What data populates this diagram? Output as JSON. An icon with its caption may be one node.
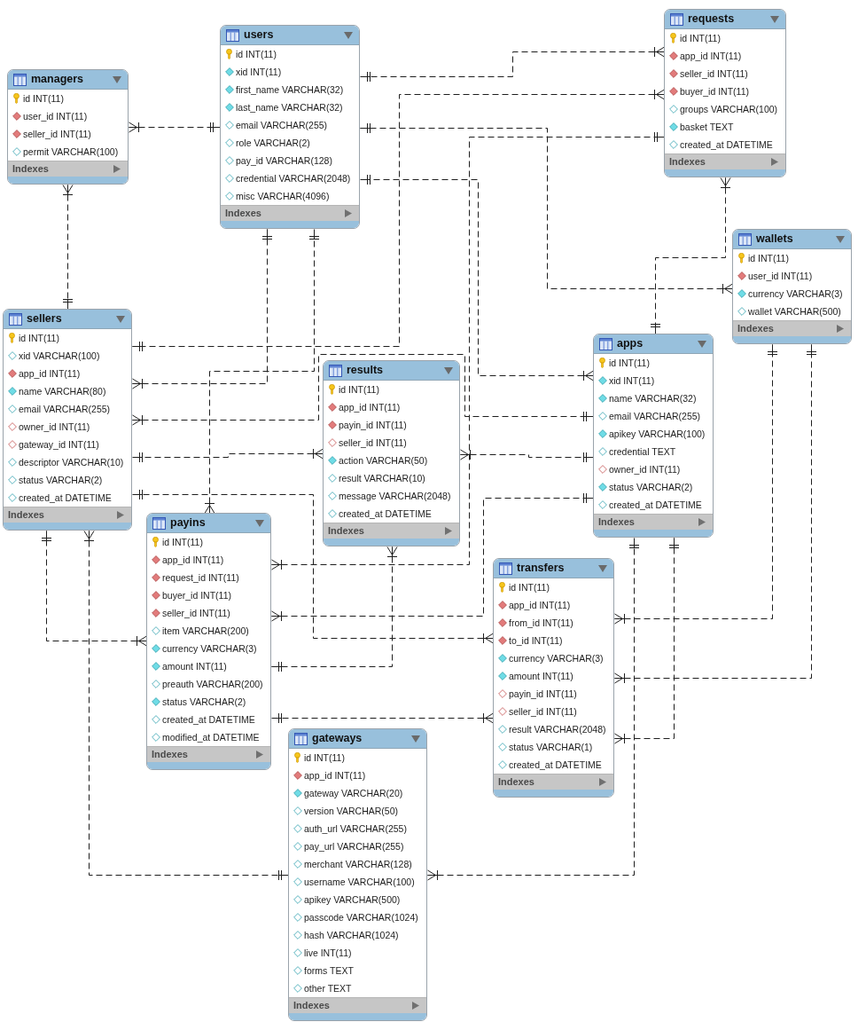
{
  "diagram": {
    "nodes": [
      {
        "text": [
          "managers",
          "id INT(11)",
          "user_id INT(11)",
          "seller_id INT(11)",
          "permit VARCHAR(100)",
          "Indexes"
        ]
      },
      {
        "text": [
          "users",
          "id INT(11)",
          "xid INT(11)",
          "first_name VARCHAR(32)",
          "last_name VARCHAR(32)",
          "email VARCHAR(255)",
          "role VARCHAR(2)",
          "pay_id VARCHAR(128)",
          "credential VARCHAR(2048)",
          "misc VARCHAR(4096)",
          "Indexes"
        ]
      },
      {
        "text": [
          "requests",
          "id INT(11)",
          "app_id INT(11)",
          "seller_id INT(11)",
          "buyer_id INT(11)",
          "groups VARCHAR(100)",
          "basket TEXT",
          "created_at DATETIME",
          "Indexes"
        ]
      },
      {
        "text": [
          "wallets",
          "id INT(11)",
          "user_id INT(11)",
          "currency VARCHAR(3)",
          "wallet VARCHAR(500)",
          "Indexes"
        ]
      },
      {
        "text": [
          "sellers",
          "id INT(11)",
          "xid VARCHAR(100)",
          "app_id INT(11)",
          "name VARCHAR(80)",
          "email VARCHAR(255)",
          "owner_id INT(11)",
          "gateway_id INT(11)",
          "descriptor VARCHAR(10)",
          "status VARCHAR(2)",
          "created_at DATETIME",
          "Indexes"
        ]
      },
      {
        "text": [
          "results",
          "id INT(11)",
          "app_id INT(11)",
          "payin_id INT(11)",
          "seller_id INT(11)",
          "action VARCHAR(50)",
          "result VARCHAR(10)",
          "message VARCHAR(2048)",
          "created_at DATETIME",
          "Indexes"
        ]
      },
      {
        "text": [
          "apps",
          "id INT(11)",
          "xid INT(11)",
          "name VARCHAR(32)",
          "email VARCHAR(255)",
          "apikey VARCHAR(100)",
          "credential TEXT",
          "owner_id INT(11)",
          "status VARCHAR(2)",
          "created_at DATETIME",
          "Indexes"
        ]
      },
      {
        "text": [
          "payins",
          "id INT(11)",
          "app_id INT(11)",
          "request_id INT(11)",
          "buyer_id INT(11)",
          "seller_id INT(11)",
          "item VARCHAR(200)",
          "currency VARCHAR(3)",
          "amount INT(11)",
          "preauth VARCHAR(200)",
          "status VARCHAR(2)",
          "created_at DATETIME",
          "modified_at DATETIME",
          "Indexes"
        ]
      },
      {
        "text": [
          "transfers",
          "id INT(11)",
          "app_id INT(11)",
          "from_id INT(11)",
          "to_id INT(11)",
          "currency VARCHAR(3)",
          "amount INT(11)",
          "payin_id INT(11)",
          "seller_id INT(11)",
          "result VARCHAR(2048)",
          "status VARCHAR(1)",
          "created_at DATETIME",
          "Indexes"
        ]
      },
      {
        "text": [
          "gateways",
          "id INT(11)",
          "app_id INT(11)",
          "gateway VARCHAR(20)",
          "version VARCHAR(50)",
          "auth_url VARCHAR(255)",
          "pay_url VARCHAR(255)",
          "merchant VARCHAR(128)",
          "username VARCHAR(100)",
          "apikey VARCHAR(500)",
          "passcode VARCHAR(1024)",
          "hash VARCHAR(1024)",
          "live INT(11)",
          "forms TEXT",
          "other TEXT",
          "Indexes"
        ]
      }
    ],
    "edges": [
      {
        "from": 0,
        "to": 1,
        "arrow": "other",
        "style": "dashed"
      },
      {
        "from": 0,
        "to": 4,
        "arrow": "other",
        "style": "dashed"
      },
      {
        "from": 2,
        "to": 1,
        "arrow": "other",
        "style": "dashed"
      },
      {
        "from": 2,
        "to": 4,
        "arrow": "other",
        "style": "dashed"
      },
      {
        "from": 3,
        "to": 1,
        "arrow": "other",
        "style": "dashed"
      },
      {
        "from": 7,
        "to": 2,
        "arrow": "other",
        "style": "dashed"
      },
      {
        "from": 6,
        "to": 1,
        "arrow": "other",
        "style": "dashed"
      },
      {
        "from": 2,
        "to": 6,
        "arrow": "other",
        "style": "dashed"
      },
      {
        "from": 4,
        "to": 1,
        "arrow": "other",
        "style": "dashed"
      },
      {
        "from": 7,
        "to": 1,
        "arrow": "other",
        "style": "dashed"
      },
      {
        "from": 4,
        "to": 6,
        "arrow": "other",
        "style": "dashed"
      },
      {
        "from": 5,
        "to": 4,
        "arrow": "other",
        "style": "dashed"
      },
      {
        "from": 5,
        "to": 6,
        "arrow": "other",
        "style": "dashed"
      },
      {
        "from": 8,
        "to": 4,
        "arrow": "other",
        "style": "dashed"
      },
      {
        "from": 7,
        "to": 6,
        "arrow": "other",
        "style": "dashed"
      },
      {
        "from": 5,
        "to": 7,
        "arrow": "other",
        "style": "dashed"
      },
      {
        "from": 8,
        "to": 7,
        "arrow": "other",
        "style": "dashed"
      },
      {
        "from": 7,
        "to": 4,
        "arrow": "other",
        "style": "dashed"
      },
      {
        "from": 4,
        "to": 9,
        "arrow": "other",
        "style": "dashed"
      },
      {
        "from": 9,
        "to": 6,
        "arrow": "other",
        "style": "dashed"
      },
      {
        "from": 8,
        "to": 6,
        "arrow": "other",
        "style": "dashed"
      },
      {
        "from": 8,
        "to": 3,
        "arrow": "other",
        "style": "dashed"
      },
      {
        "from": 8,
        "to": 3,
        "arrow": "other",
        "style": "dashed"
      }
    ]
  }
}
